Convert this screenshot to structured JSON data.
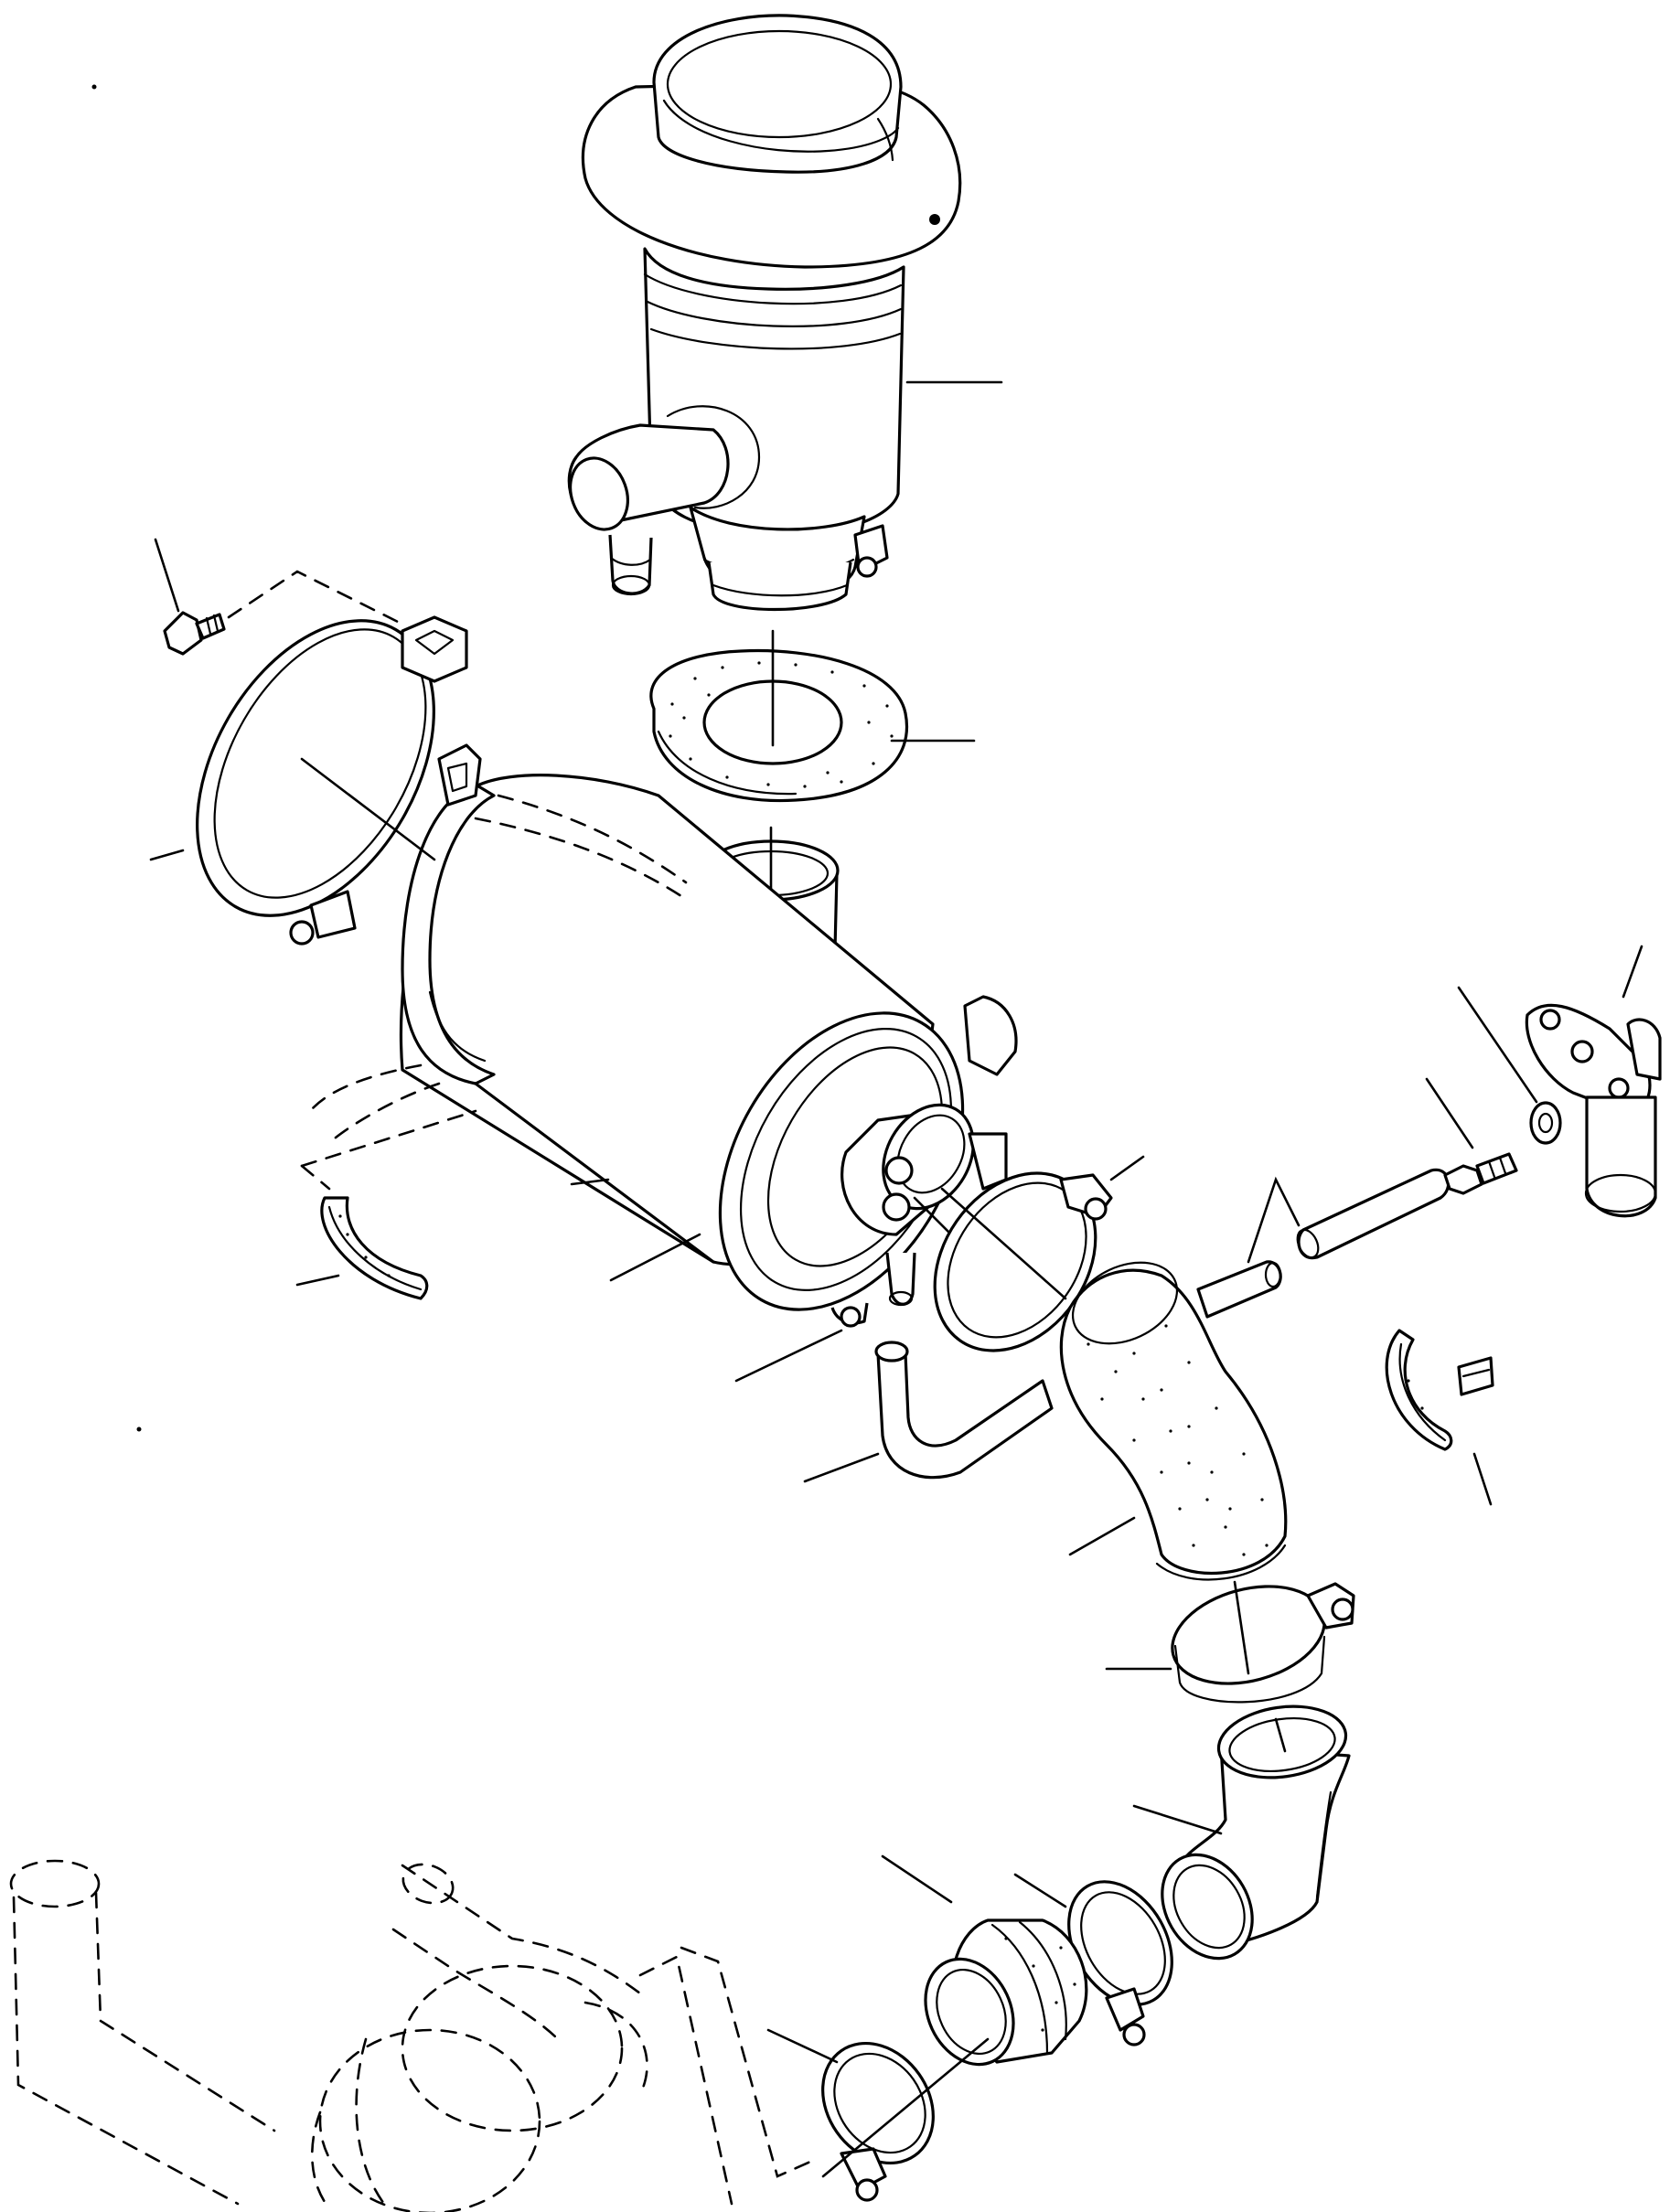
{
  "diagram": {
    "kind": "exploded-parts-drawing",
    "line_color": "#000000",
    "background_color": "#ffffff",
    "parts": [
      "precleaner-cap",
      "precleaner-bowl",
      "precleaner-outlet-pipe",
      "sealing-ring",
      "filter-inlet-neck",
      "air-filter-housing",
      "mounting-band",
      "mounting-bolt",
      "rubber-pad-left",
      "rubber-pad-right",
      "outlet-hose-clamp",
      "elbow-hose",
      "dust-valve-hose",
      "restriction-tube",
      "restriction-indicator-fitting",
      "washer",
      "indicator-elbow",
      "hose-clamp-middle",
      "pipe-elbow",
      "hose-clamp-lower",
      "bellows-coupler",
      "hose-clamp-bottom",
      "turbo-inlet-reference"
    ]
  }
}
